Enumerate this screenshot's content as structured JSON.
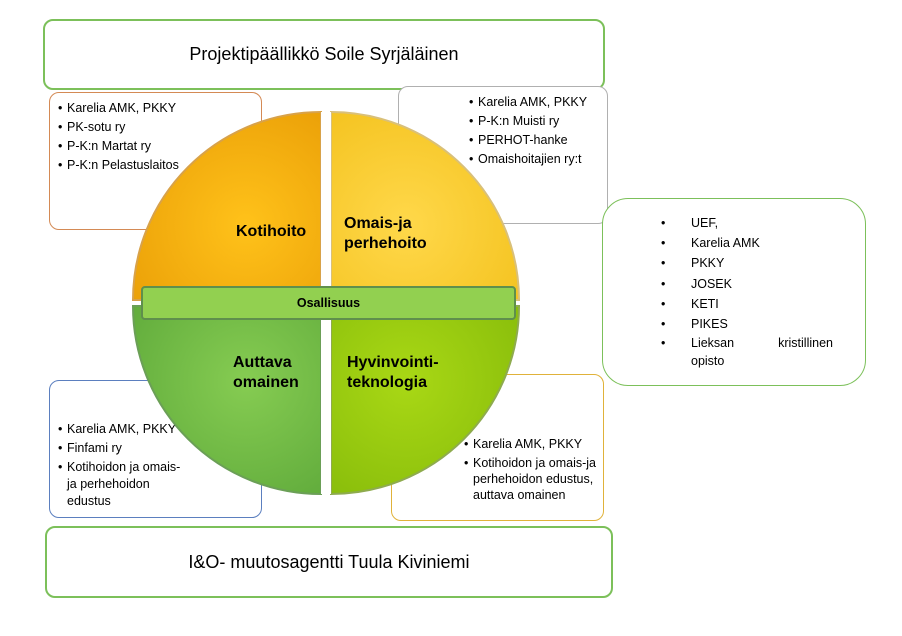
{
  "top_title": "Projektipäällikkö Soile Syrjäläinen",
  "bottom_title": "I&O- muutosagentti Tuula Kiviniemi",
  "center_band": "Osallisuus",
  "quadrants": {
    "top_left": "Kotihoito",
    "top_right": [
      "Omais-ja",
      "perhehoito"
    ],
    "bottom_left": [
      "Auttava",
      "omainen"
    ],
    "bottom_right": [
      "Hyvinvointi-",
      "teknologia"
    ]
  },
  "colors": {
    "kotihoito": "#f7b40f",
    "omais": "#ffd13b",
    "auttava": "#7dc44a",
    "hyvinvointi": "#a5d40c",
    "band": "#92d050",
    "title_border": "#7cc05a"
  },
  "boxes": {
    "top_left": [
      "Karelia AMK, PKKY",
      "PK-sotu ry",
      "P-K:n Martat ry",
      "P-K:n Pelastuslaitos"
    ],
    "top_right": [
      "Karelia AMK, PKKY",
      "P-K:n Muisti ry",
      "PERHOT-hanke",
      "Omaishoitajien ry:t"
    ],
    "bottom_left": [
      "Karelia AMK, PKKY",
      "Finfami ry",
      "Kotihoidon ja omais-ja perhehoidon edustus"
    ],
    "bottom_right": [
      "Karelia AMK, PKKY",
      "Kotihoidon ja omais-ja perhehoidon edustus, auttava omainen"
    ],
    "right": [
      "UEF,",
      "Karelia AMK",
      "PKKY",
      "JOSEK",
      "KETI",
      "PIKES"
    ],
    "right_last": [
      "Lieksan",
      "kristillinen",
      "opisto"
    ]
  }
}
